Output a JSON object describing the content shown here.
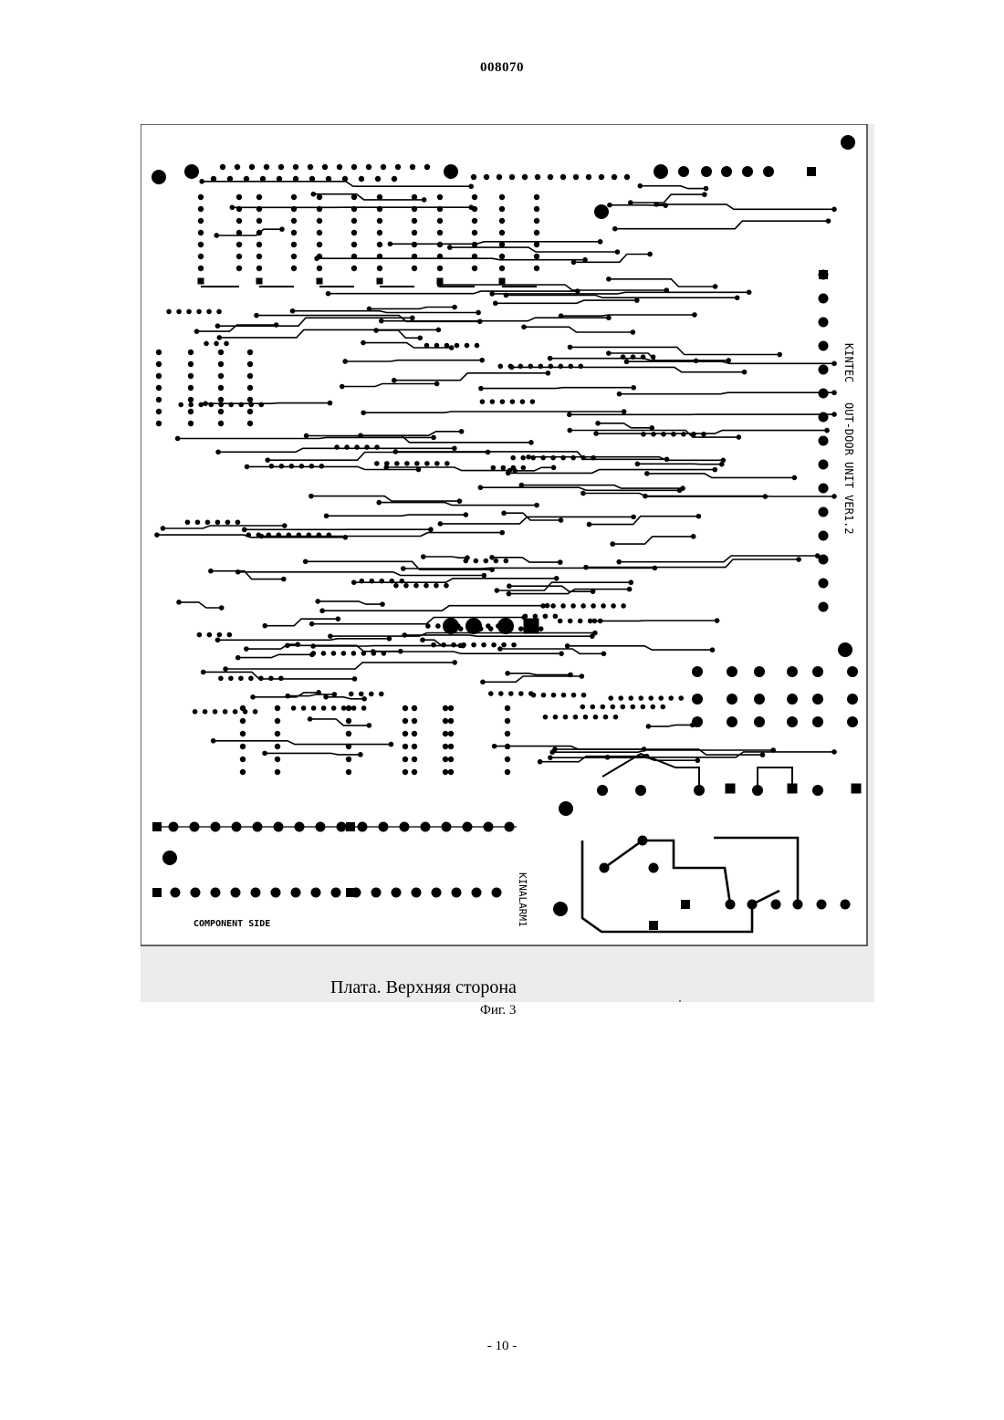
{
  "header": {
    "document_number": "008070"
  },
  "figure": {
    "board_labels": {
      "vertical_right": "KINTEC   OUT-DOOR UNIT VER1.2",
      "vertical_middle": "KINALARM1",
      "bottom_left": "COMPONENT SIDE"
    },
    "caption": "Плата. Верхняя сторона",
    "figure_label": "Фиг. 3"
  },
  "footer": {
    "page_number": "- 10 -"
  }
}
